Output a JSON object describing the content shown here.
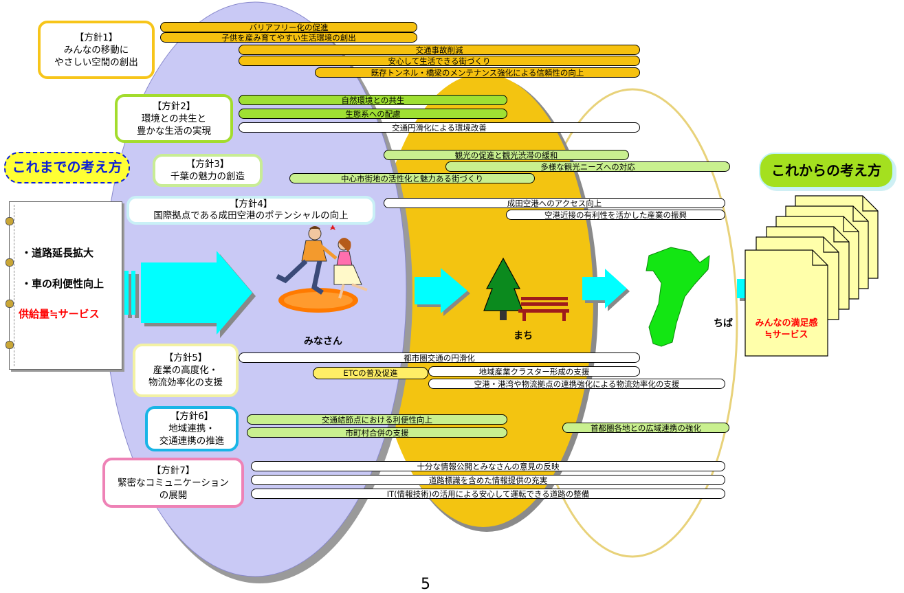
{
  "left_concept": {
    "title": "これまでの考え方",
    "items": [
      "・道路延長拡大",
      "・車の利便性向上"
    ],
    "equation": "供給量≒サービス"
  },
  "right_concept": {
    "title": "これからの考え方",
    "result_lines": [
      "みんなの満足感",
      "≒サービス"
    ]
  },
  "stages": [
    "みなさん",
    "まち",
    "ちば"
  ],
  "policies": [
    {
      "id": "p1",
      "lines": [
        "【方針1】",
        "みんなの移動に",
        "やさしい空間の創出"
      ],
      "color": "#f7c51a",
      "items": [
        "バリアフリー化の促進",
        "子供を産み育てやすい生活環境の創出",
        "交通事故削減",
        "安心して生活できる街づくり",
        "既存トンネル・橋梁のメンテナンス強化による信頼性の向上"
      ]
    },
    {
      "id": "p2",
      "lines": [
        "【方針2】",
        "環境との共生と",
        "豊かな生活の実現"
      ],
      "color": "#a3dc2d",
      "items": [
        "自然環境との共生",
        "生態系への配慮",
        "交通円滑化による環境改善"
      ]
    },
    {
      "id": "p3",
      "lines": [
        "【方針3】",
        "千葉の魅力の創造"
      ],
      "color": "#c8ec95",
      "items": [
        "観光の促進と観光渋滞の緩和",
        "多様な観光ニーズへの対応",
        "中心市街地の活性化と魅力ある街づくり"
      ]
    },
    {
      "id": "p4",
      "lines": [
        "【方針4】",
        "国際拠点である成田空港のポテンシャルの向上"
      ],
      "color": "#c9f0f6",
      "items": [
        "成田空港へのアクセス向上",
        "空港近接の有利性を活かした産業の振興"
      ]
    },
    {
      "id": "p5",
      "lines": [
        "【方針5】",
        "産業の高度化・",
        "物流効率化の支援"
      ],
      "color": "#f2f1a3",
      "items": [
        "都市圏交通の円滑化",
        "ETCの普及促進",
        "地域産業クラスター形成の支援",
        "空港・港湾や物流拠点の連携強化による物流効率化の支援"
      ]
    },
    {
      "id": "p6",
      "lines": [
        "【方針6】",
        "地域連携・",
        "交通連携の推進"
      ],
      "color": "#19b5e6",
      "items": [
        "交通結節点における利便性向上",
        "市町村合併の支援",
        "首都圏各地との広域連携の強化"
      ]
    },
    {
      "id": "p7",
      "lines": [
        "【方針7】",
        "緊密なコミュニケーション",
        "の展開"
      ],
      "color": "#ee82b6",
      "items": [
        "十分な情報公開とみなさんの意見の反映",
        "道路標識を含めた情報提供の充実",
        "IT(情報技術)の活用による安心して運転できる道路の整備"
      ]
    }
  ],
  "colors": {
    "ellipse_minasan": "#c9c9f5",
    "ellipse_machi": "#f3c411",
    "ellipse_chiba": "#ffffff",
    "arrow": "#00ffff",
    "chiba_map": "#13e613",
    "tree": "#0b8a1e",
    "bench": "#9e1b1b",
    "red_text": "#ff0000",
    "blue_text": "#0b1fd6"
  },
  "page_number": "5"
}
